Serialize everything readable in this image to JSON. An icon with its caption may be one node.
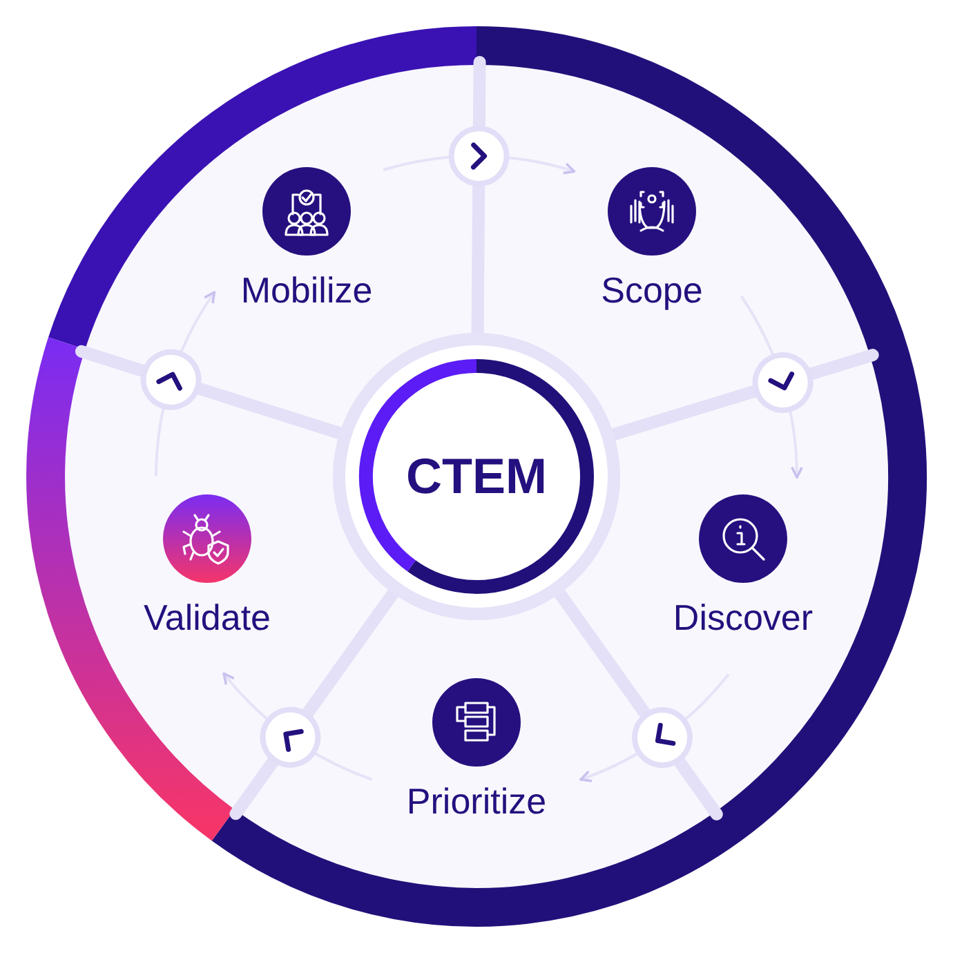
{
  "diagram": {
    "nodes": [
      {
        "text": [
          "Mobilize"
        ]
      },
      {
        "text": [
          "Scope"
        ]
      },
      {
        "text": [
          "CTEM"
        ]
      },
      {
        "text": [
          "Validate"
        ]
      },
      {
        "text": [
          "Discover"
        ]
      },
      {
        "text": [
          "Prioritize"
        ]
      }
    ],
    "edges": [
      {
        "from": 0,
        "to": 1,
        "arrow": "to"
      },
      {
        "from": 1,
        "to": 4,
        "arrow": "to"
      },
      {
        "from": 4,
        "to": 5,
        "arrow": "to"
      },
      {
        "from": 5,
        "to": 3,
        "arrow": "to"
      },
      {
        "from": 3,
        "to": 0,
        "arrow": "to"
      }
    ]
  }
}
